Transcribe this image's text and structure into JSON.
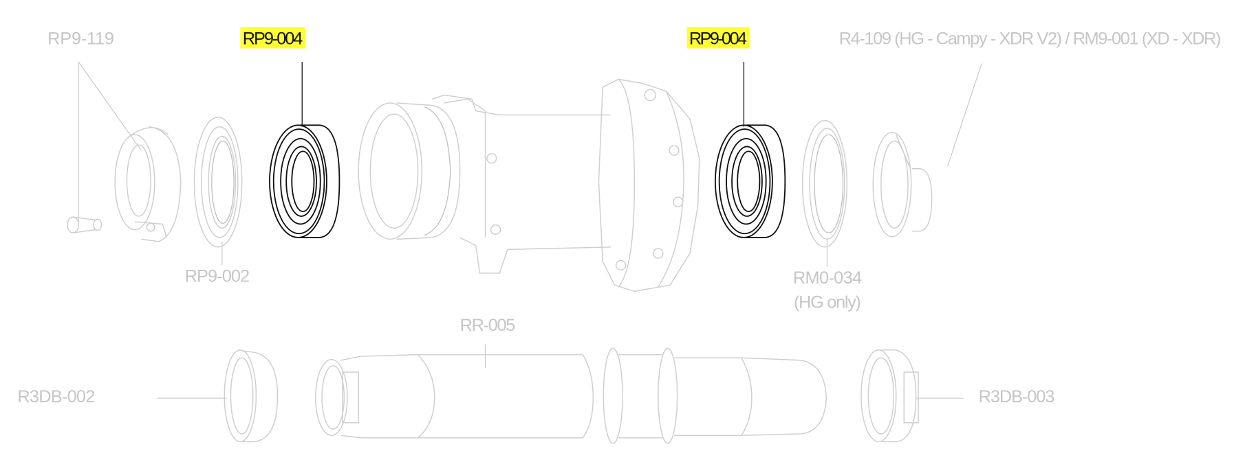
{
  "diagram": {
    "labels": {
      "rp9_119": "RP9-119",
      "rp9_004_left": "RP9-004",
      "rp9_004_right": "RP9-004",
      "r4_109": "R4-109 (HG - Campy - XDR V2) / RM9-001 (XD - XDR)",
      "rp9_002": "RP9-002",
      "rm0_034": "RM0-034",
      "rm0_034_note": "(HG only)",
      "rr_005": "RR-005",
      "r3db_002": "R3DB-002",
      "r3db_003": "R3DB-003"
    },
    "colors": {
      "highlight": "#ffff33",
      "faded": "#c6c6c6",
      "emphasis": "#111111"
    }
  }
}
